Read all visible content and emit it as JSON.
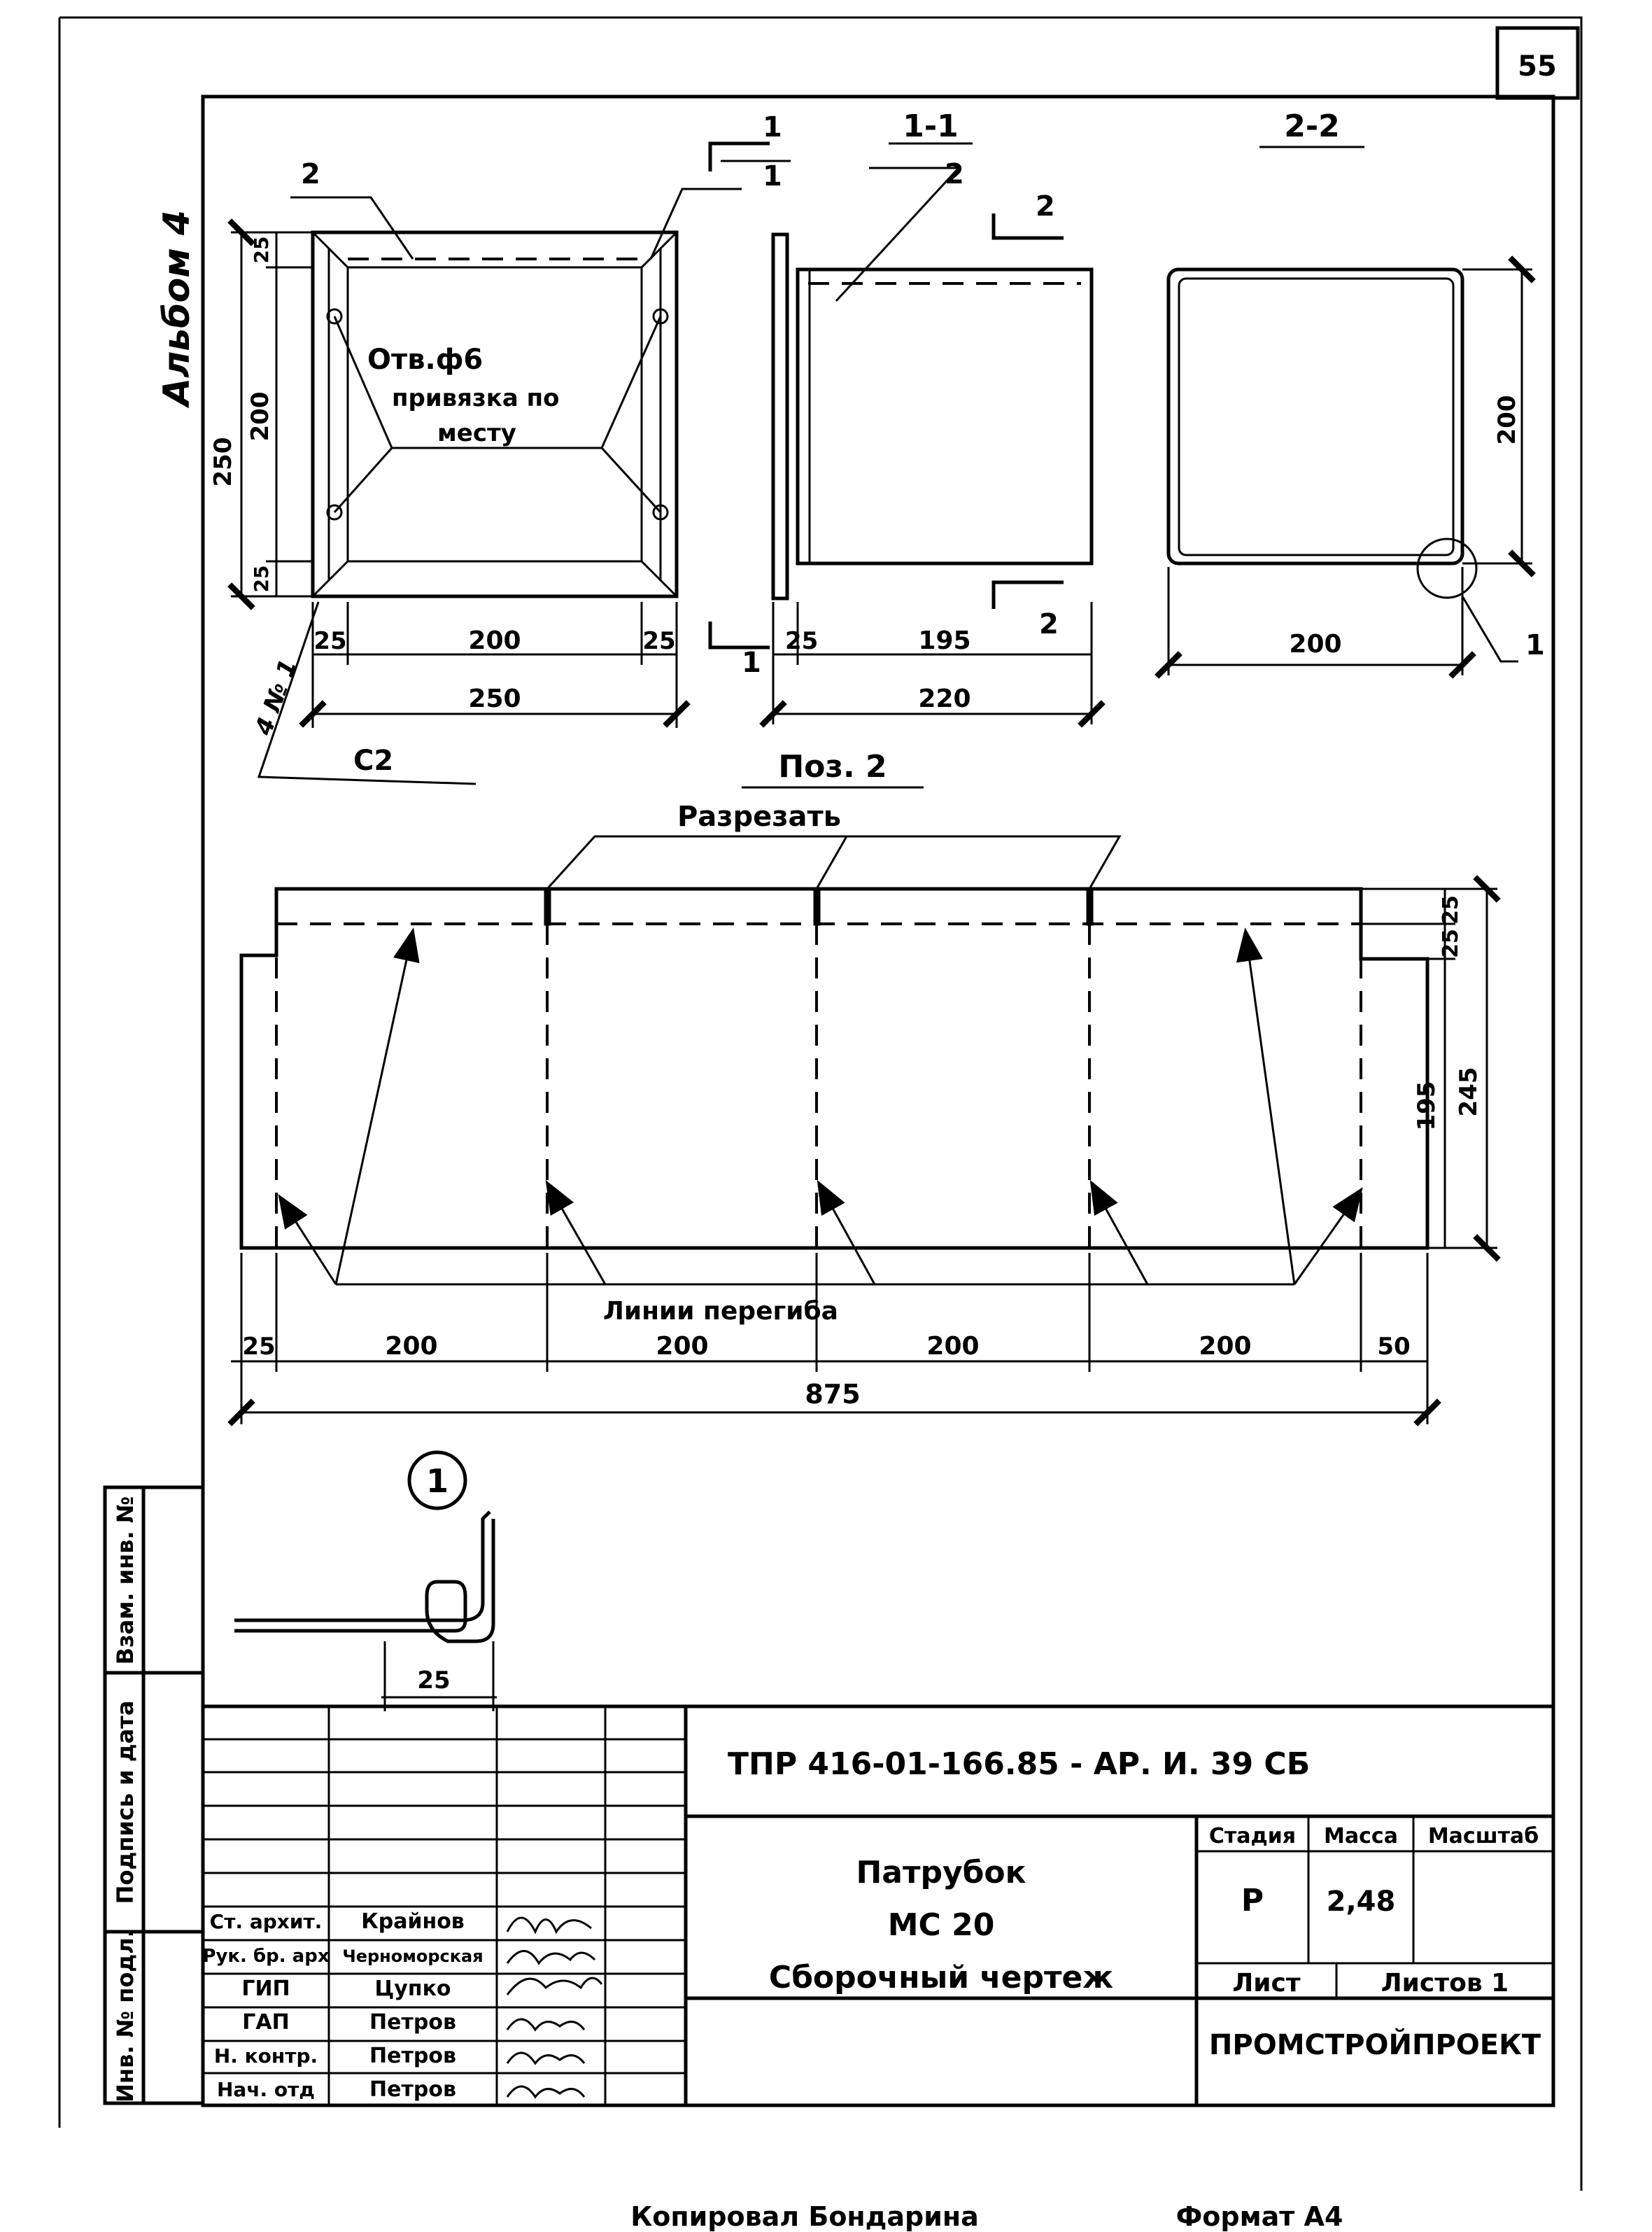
{
  "sheet_number": "55",
  "album": "Альбом 4",
  "plan_view": {
    "marker": "2",
    "hole_note": [
      "Отв.ф6",
      "привязка по",
      "месту"
    ],
    "dim_250_v": "250",
    "dim_200_v": "200",
    "dim_25_top": "25",
    "dim_25_bot": "25",
    "dim_25_left": "25",
    "dim_200_h": "200",
    "dim_25_right": "25",
    "dim_250_h": "250",
    "leader_note": "4 № 1",
    "leader_label": "С2"
  },
  "section_1_1": {
    "cut_mark_top": "1",
    "cut_mark_bottom": "1",
    "title": "1-1",
    "marker": "2",
    "cut2_top": "2",
    "cut2_bottom": "2",
    "dim_25": "25",
    "dim_195": "195",
    "dim_220": "220",
    "pos_title": "Поз. 2"
  },
  "section_2_2": {
    "title": "2-2",
    "dim_200_v": "200",
    "dim_200_h": "200",
    "detail_marker": "1"
  },
  "development": {
    "cut_label": "Разрезать",
    "fold_label": "Линии перегиба",
    "dim_25_top": "25",
    "dim_25_2": "25",
    "dim_195": "195",
    "dim_245": "245",
    "dim_bottom": [
      "25",
      "200",
      "200",
      "200",
      "200",
      "50"
    ],
    "dim_total": "875"
  },
  "detail": {
    "marker": "1",
    "dim_25": "25"
  },
  "side_stamps": {
    "inv_podl": "Инв. № подл.",
    "podpis_data": "Подпись и дата",
    "vzam_inv": "Взам. инв. №"
  },
  "title_block": {
    "doc_code": "ТПР 416-01-166.85 - АР. И. 39 СБ",
    "name_lines": [
      "Патрубок",
      "МС 20",
      "Сборочный чертеж"
    ],
    "stage_label": "Стадия",
    "mass_label": "Масса",
    "scale_label": "Масштаб",
    "stage": "Р",
    "mass": "2,48",
    "sheet_label": "Лист",
    "sheets_label": "Листов 1",
    "org": "ПРОМСТРОЙПРОЕКТ",
    "people": [
      {
        "role": "Ст. архит.",
        "name": "Крайнов"
      },
      {
        "role": "Рук. бр. арх",
        "name": "Черноморская"
      },
      {
        "role": "ГИП",
        "name": "Цупко"
      },
      {
        "role": "ГАП",
        "name": "Петров"
      },
      {
        "role": "Н. контр.",
        "name": "Петров"
      },
      {
        "role": "Нач. отд",
        "name": "Петров"
      }
    ]
  },
  "footer": {
    "copied": "Копировал Бондарина",
    "format": "Формат А4"
  }
}
